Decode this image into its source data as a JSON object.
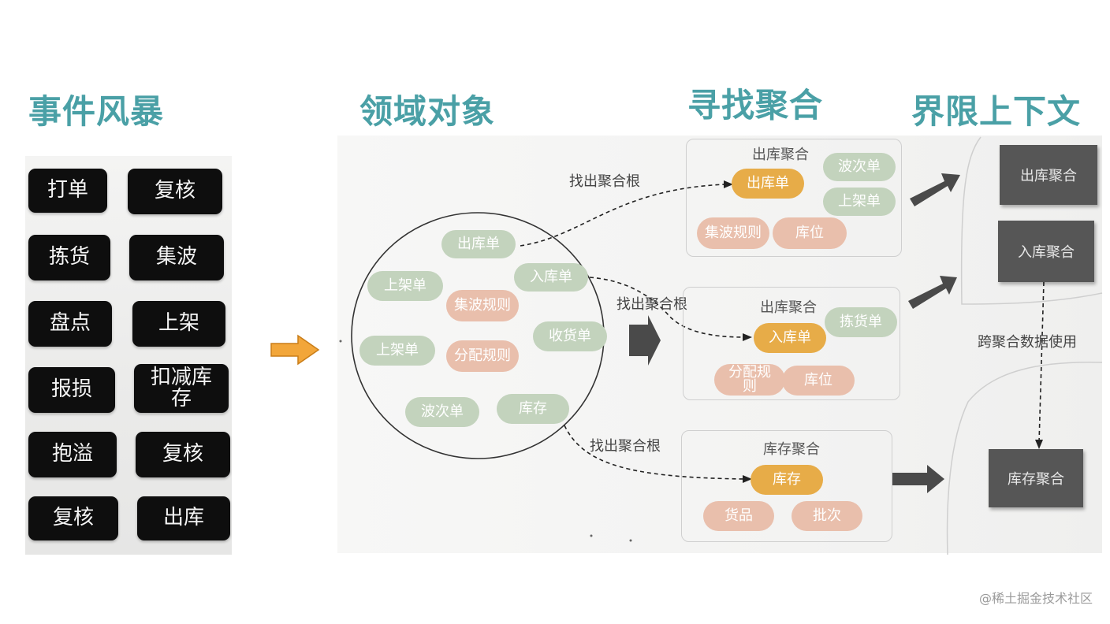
{
  "headings": {
    "event_storming": "事件风暴",
    "domain_objects": "领域对象",
    "find_aggregate": "寻找聚合",
    "bounded_context": "界限上下文"
  },
  "events": [
    "打单",
    "复核",
    "拣货",
    "集波",
    "盘点",
    "上架",
    "报损",
    "扣减库存",
    "抱溢",
    "复核",
    "复核",
    "出库"
  ],
  "domain_objects": {
    "outbound_order": "出库单",
    "putaway_order_1": "上架单",
    "wave_rule": "集波规则",
    "inbound_order": "入库单",
    "putaway_order_2": "上架单",
    "allocation_rule": "分配规则",
    "receiving_order": "收货单",
    "wave_order": "波次单",
    "inventory": "库存"
  },
  "edge_labels": {
    "top": "找出聚合根",
    "middle": "找出聚合根",
    "bottom": "找出聚合根"
  },
  "aggregates": {
    "outbound_1": {
      "title": "出库聚合",
      "root": "出库单",
      "items": [
        "波次单",
        "上架单",
        "集波规则",
        "库位"
      ]
    },
    "outbound_2": {
      "title": "出库聚合",
      "root": "入库单",
      "items": [
        "拣货单",
        "分配规则",
        "库位"
      ]
    },
    "inventory": {
      "title": "库存聚合",
      "root": "库存",
      "items": [
        "货品",
        "批次"
      ]
    }
  },
  "contexts": {
    "outbound": "出库聚合",
    "inbound": "入库聚合",
    "inventory": "库存聚合",
    "cross_label": "跨聚合数据使用"
  },
  "colors": {
    "heading": "#4aa0a6",
    "green_pill": "#c3d3bd",
    "pink_pill": "#e9bfac",
    "orange_pill": "#e7ac48",
    "dark_box": "#565656",
    "arrow_orange": "#f2a63a"
  },
  "watermark": "@稀土掘金技术社区"
}
